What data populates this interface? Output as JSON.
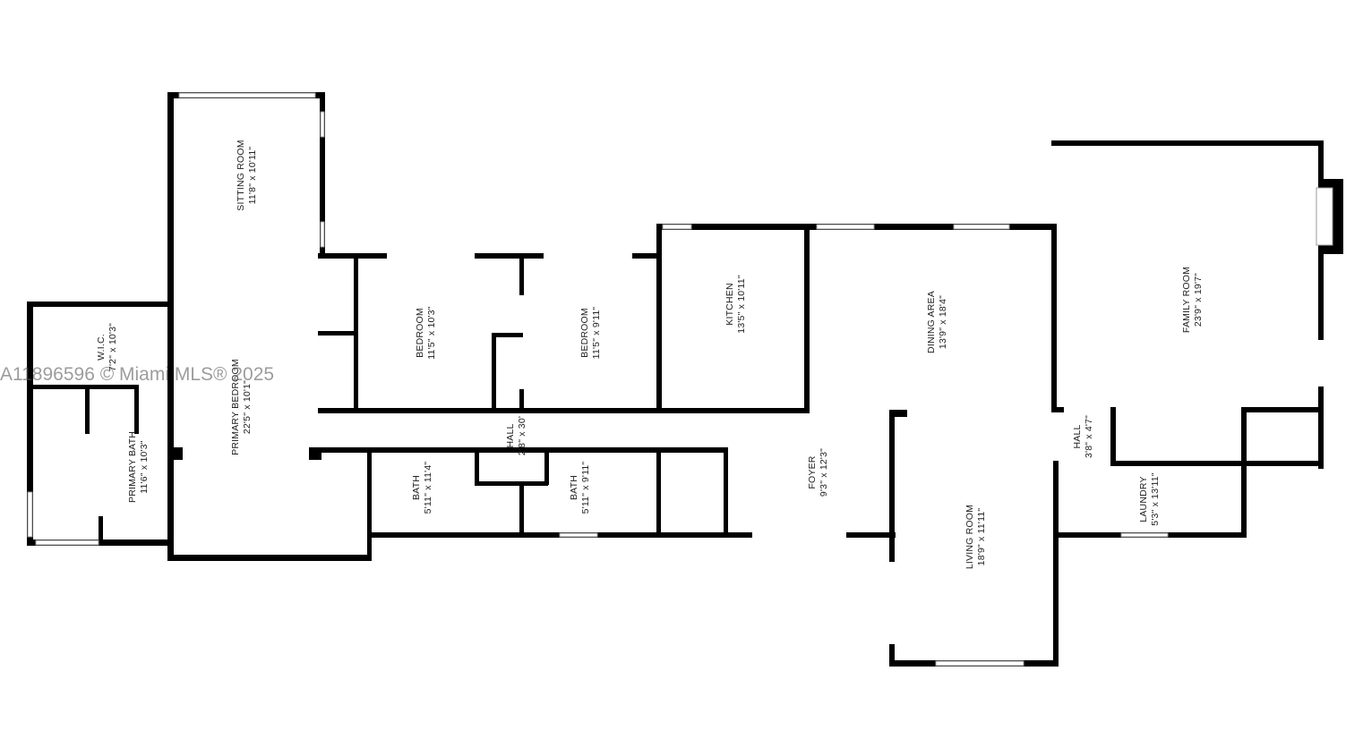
{
  "watermark": "A11896596 © Miami MLS® 2025",
  "rooms": [
    {
      "name": "SITTING ROOM",
      "dims": "11'8\" x 10'11\""
    },
    {
      "name": "PRIMARY BEDROOM",
      "dims": "22'5\" x 10'1\""
    },
    {
      "name": "W.I.C.",
      "dims": "7'2\" x 10'3\""
    },
    {
      "name": "PRIMARY BATH",
      "dims": "11'6\" x 10'3\""
    },
    {
      "name": "BEDROOM",
      "dims": "11'5\" x 10'3\""
    },
    {
      "name": "BEDROOM",
      "dims": "11'5\" x 9'11\""
    },
    {
      "name": "KITCHEN",
      "dims": "13'5\" x 10'11\""
    },
    {
      "name": "HALL",
      "dims": "2'8\" x 30'"
    },
    {
      "name": "BATH",
      "dims": "5'11\" x 11'4\""
    },
    {
      "name": "BATH",
      "dims": "5'11\" x 9'11\""
    },
    {
      "name": "FOYER",
      "dims": "9'3\" x 12'3\""
    },
    {
      "name": "DINING AREA",
      "dims": "13'9\" x 18'4\""
    },
    {
      "name": "FAMILY ROOM",
      "dims": "23'9\" x 19'7\""
    },
    {
      "name": "HALL",
      "dims": "3'8\" x 4'7\""
    },
    {
      "name": "LAUNDRY",
      "dims": "5'3\" x 13'11\""
    },
    {
      "name": "LIVING ROOM",
      "dims": "18'9\" x 11'11\""
    }
  ]
}
